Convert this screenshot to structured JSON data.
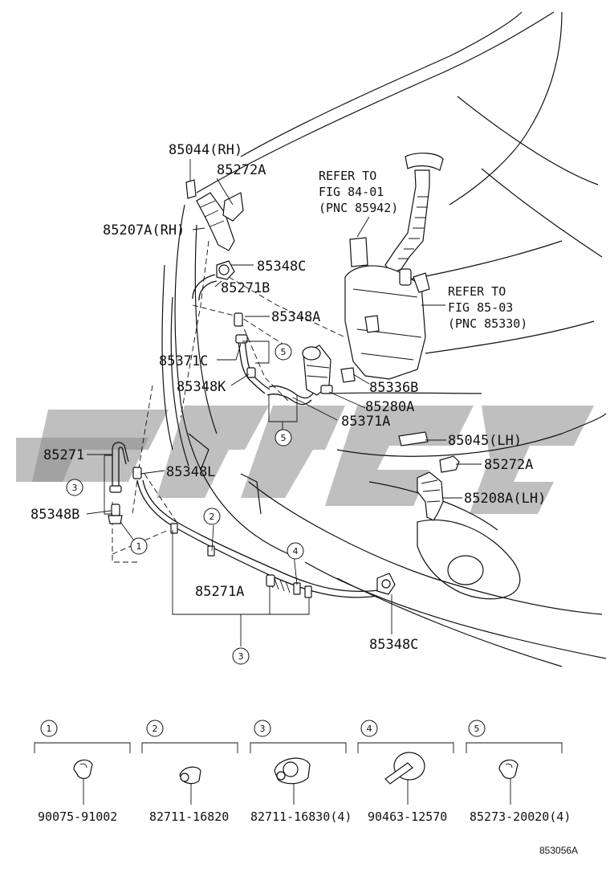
{
  "part_labels": {
    "nozzle_rh_cover": "85044(RH)",
    "bracket_upper": "85272A",
    "nozzle_rh": "85207A(RH)",
    "valve_upper": "85348C",
    "hose_upper": "85271B",
    "joint_upper": "85348A",
    "hose_mid_c": "85371C",
    "joint_k": "85348K",
    "pump_motor": "85280A",
    "hose_mid_a": "85371A",
    "grommet": "85336B",
    "nozzle_lh_cover": "85045(LH)",
    "bracket_lower": "85272A",
    "nozzle_lh": "85208A(LH)",
    "hose_left": "85271",
    "joint_l": "85348L",
    "joint_b": "85348B",
    "hose_long": "85271A",
    "valve_lower": "85348C"
  },
  "notes": {
    "refer_a": [
      "REFER TO",
      "FIG 84-01",
      "(PNC 85942)"
    ],
    "refer_b": [
      "REFER TO",
      "FIG 85-03",
      "(PNC 85330)"
    ]
  },
  "callouts": {
    "c5_top": "5",
    "c5_bottom": "5",
    "c3_left": "3",
    "c1": "1",
    "c2": "2",
    "c4": "4",
    "c3_bottom": "3"
  },
  "legend": [
    {
      "index": "1",
      "code": "90075-91002"
    },
    {
      "index": "2",
      "code": "82711-16820"
    },
    {
      "index": "3",
      "code": "82711-16830(4)"
    },
    {
      "index": "4",
      "code": "90463-12570"
    },
    {
      "index": "5",
      "code": "85273-20020(4)"
    }
  ],
  "figure_id": "853056A"
}
